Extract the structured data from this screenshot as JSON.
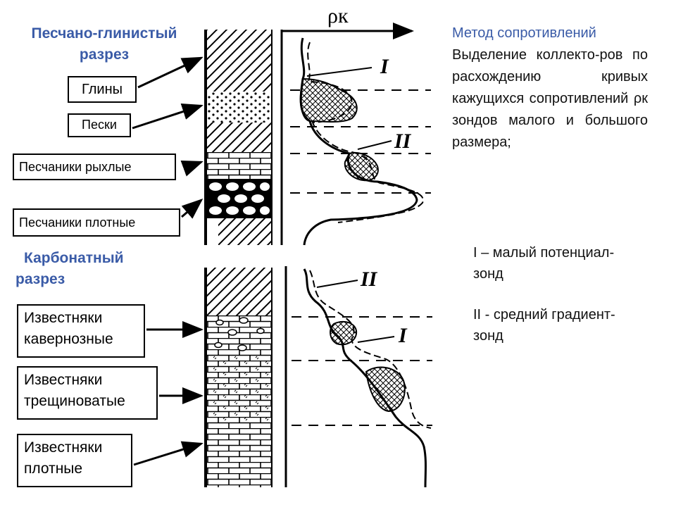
{
  "sand_clay": {
    "title_line1": "Песчано-глинистый",
    "title_line2": "разрез",
    "labels": [
      "Глины",
      "Пески",
      "Песчаники рыхлые",
      "Песчаники плотные"
    ]
  },
  "carbonate": {
    "title_line1": "Карбонатный",
    "title_line2": "разрез",
    "labels": [
      {
        "line1": "Известняки",
        "line2": "кавернозные"
      },
      {
        "line1": "Известняки",
        "line2": "трещиноватые"
      },
      {
        "line1": "Известняки",
        "line2": "плотные"
      }
    ]
  },
  "log_chart": {
    "axis_label": "ρк",
    "curve_labels": [
      "I",
      "II"
    ]
  },
  "description": {
    "title": "Метод сопротивлений",
    "text": "Выделение коллекто-ров по расхождению кривых кажущихся сопротивлений ρк зондов малого и большого размера;"
  },
  "legend": {
    "item1": "I – малый потенциал-зонд",
    "item2": "II - средний градиент-зонд"
  }
}
